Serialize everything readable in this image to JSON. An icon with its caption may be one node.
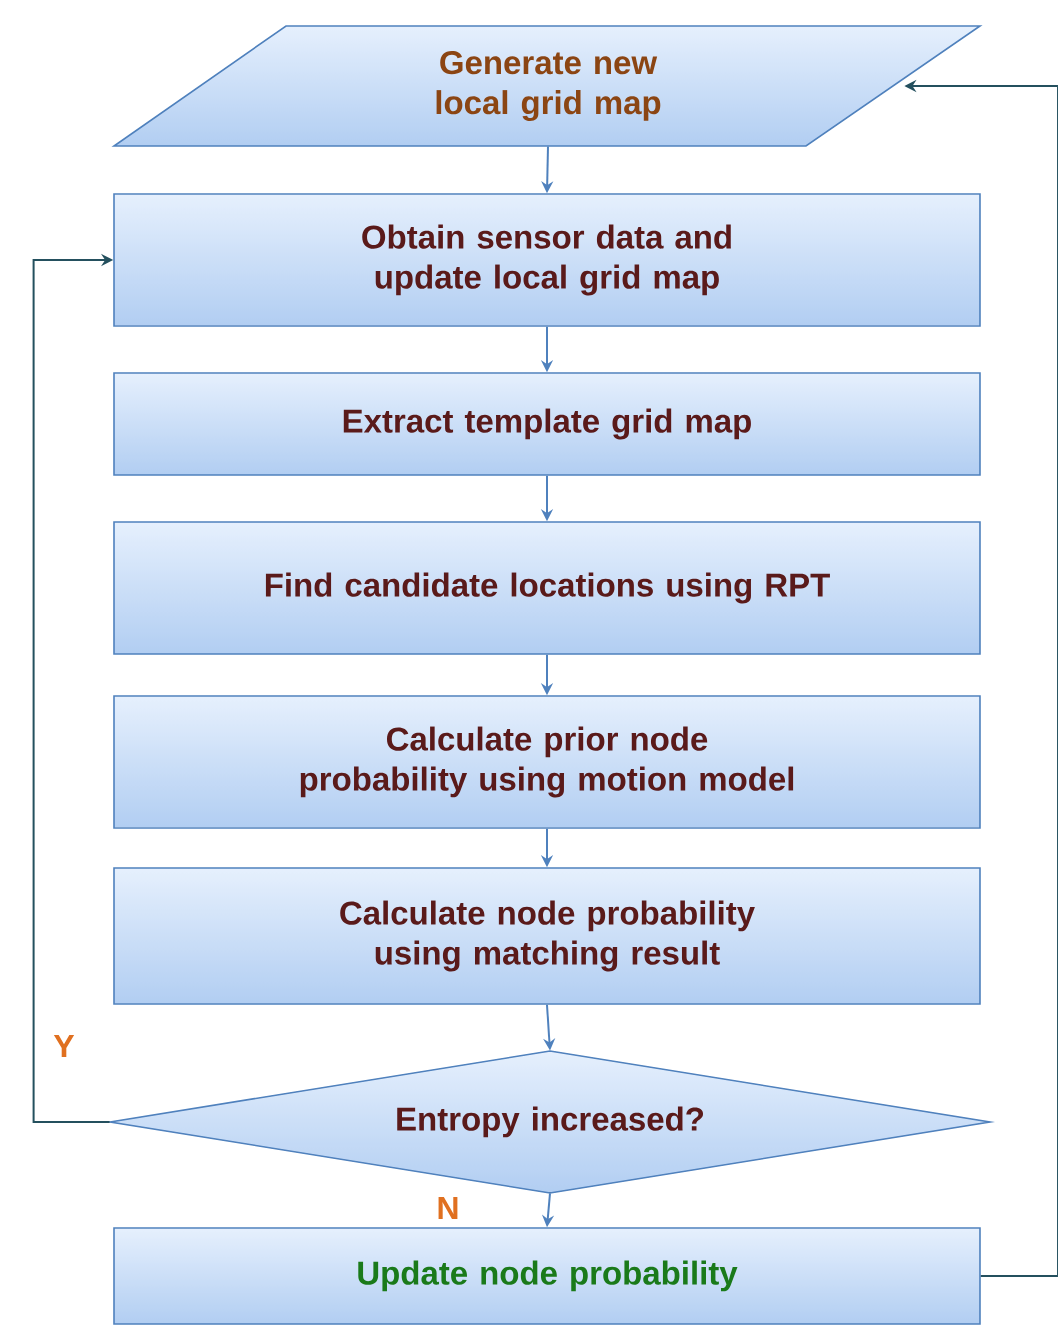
{
  "diagram": {
    "nodes": [
      {
        "text": [
          "Generate new local grid map"
        ]
      },
      {
        "text": [
          "Obtain sensor data and update local grid map"
        ]
      },
      {
        "text": [
          "Extract template grid map"
        ]
      },
      {
        "text": [
          "Find candidate locations using RPT"
        ]
      },
      {
        "text": [
          "Calculate prior node probability using motion model"
        ]
      },
      {
        "text": [
          "Calculate node probability using matching result"
        ]
      },
      {
        "text": [
          "Entropy increased?"
        ]
      },
      {
        "text": [
          "Update node probability"
        ]
      }
    ],
    "edges": [
      {
        "from": 0,
        "to": 1,
        "arrow": "to"
      },
      {
        "from": 1,
        "to": 2,
        "arrow": "to"
      },
      {
        "from": 2,
        "to": 3,
        "arrow": "to"
      },
      {
        "from": 3,
        "to": 4,
        "arrow": "to"
      },
      {
        "from": 4,
        "to": 5,
        "arrow": "to"
      },
      {
        "from": 5,
        "to": 6,
        "arrow": "to"
      },
      {
        "from": 6,
        "to": 1,
        "arrow": "to",
        "label": "Y",
        "color": "#24505e"
      },
      {
        "from": 6,
        "to": 7,
        "arrow": "to",
        "label": "N"
      },
      {
        "from": 7,
        "to": 0,
        "arrow": "to",
        "color": "#24505e"
      }
    ]
  }
}
